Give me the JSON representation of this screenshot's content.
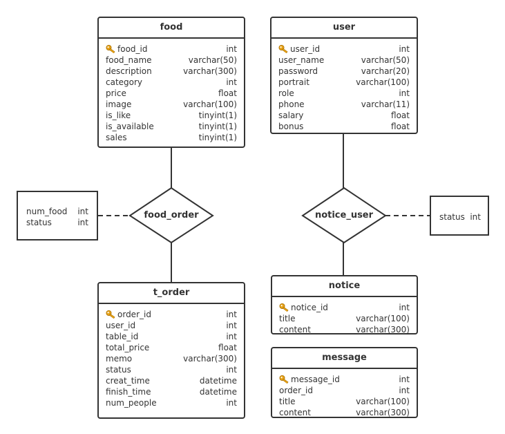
{
  "entities": {
    "food": {
      "title": "food",
      "fields": [
        {
          "name": "food_id",
          "type": "int",
          "pk": true
        },
        {
          "name": "food_name",
          "type": "varchar(50)"
        },
        {
          "name": "description",
          "type": "varchar(300)"
        },
        {
          "name": "category",
          "type": "int"
        },
        {
          "name": "price",
          "type": "float"
        },
        {
          "name": "image",
          "type": "varchar(100)"
        },
        {
          "name": "is_like",
          "type": "tinyint(1)"
        },
        {
          "name": "is_available",
          "type": "tinyint(1)"
        },
        {
          "name": "sales",
          "type": "tinyint(1)"
        }
      ]
    },
    "user": {
      "title": "user",
      "fields": [
        {
          "name": "user_id",
          "type": "int",
          "pk": true
        },
        {
          "name": "user_name",
          "type": "varchar(50)"
        },
        {
          "name": "password",
          "type": "varchar(20)"
        },
        {
          "name": "portrait",
          "type": "varchar(100)"
        },
        {
          "name": "role",
          "type": "int"
        },
        {
          "name": "phone",
          "type": "varchar(11)"
        },
        {
          "name": "salary",
          "type": "float"
        },
        {
          "name": "bonus",
          "type": "float"
        }
      ]
    },
    "t_order": {
      "title": "t_order",
      "fields": [
        {
          "name": "order_id",
          "type": "int",
          "pk": true
        },
        {
          "name": "user_id",
          "type": "int"
        },
        {
          "name": "table_id",
          "type": "int"
        },
        {
          "name": "total_price",
          "type": "float"
        },
        {
          "name": "memo",
          "type": "varchar(300)"
        },
        {
          "name": "status",
          "type": "int"
        },
        {
          "name": "creat_time",
          "type": "datetime"
        },
        {
          "name": "finish_time",
          "type": "datetime"
        },
        {
          "name": "num_people",
          "type": "int"
        }
      ]
    },
    "notice": {
      "title": "notice",
      "fields": [
        {
          "name": "notice_id",
          "type": "int",
          "pk": true
        },
        {
          "name": "title",
          "type": "varchar(100)"
        },
        {
          "name": "content",
          "type": "varchar(300)"
        }
      ]
    },
    "message": {
      "title": "message",
      "fields": [
        {
          "name": "message_id",
          "type": "int",
          "pk": true
        },
        {
          "name": "order_id",
          "type": "int"
        },
        {
          "name": "title",
          "type": "varchar(100)"
        },
        {
          "name": "content",
          "type": "varchar(300)"
        }
      ]
    }
  },
  "relationships": {
    "food_order": {
      "label": "food_order",
      "attributes": [
        {
          "name": "num_food",
          "type": "int"
        },
        {
          "name": "status",
          "type": "int"
        }
      ]
    },
    "notice_user": {
      "label": "notice_user",
      "attributes": [
        {
          "name": "status",
          "type": "int"
        }
      ]
    }
  },
  "colors": {
    "border": "#333333",
    "key_icon": "#e8a317"
  }
}
